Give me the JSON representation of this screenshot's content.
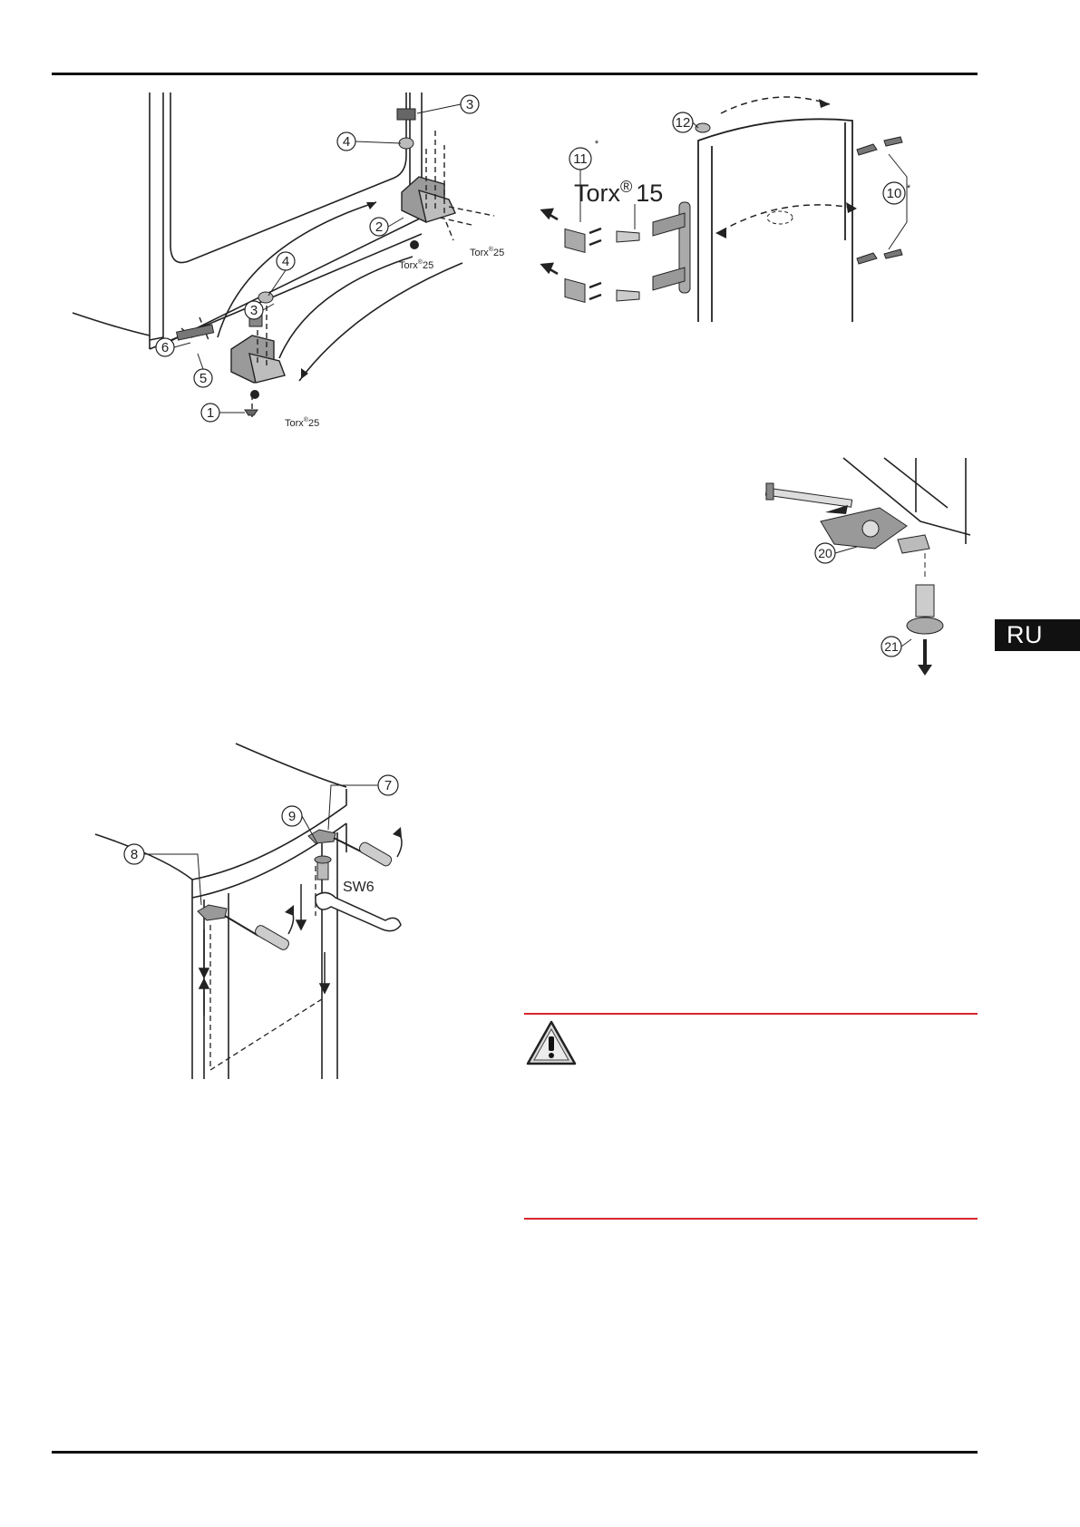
{
  "language_tab": "RU",
  "figure_hinges": {
    "callouts": [
      "1",
      "2",
      "3",
      "3",
      "4",
      "4",
      "5",
      "6"
    ],
    "torx_upper_a": "Torx",
    "torx_upper_a_size": "25",
    "torx_upper_b": "Torx",
    "torx_upper_b_size": "25",
    "torx_lower": "Torx",
    "torx_lower_size": "25",
    "registered": "®"
  },
  "figure_handle": {
    "torx_label": "Torx",
    "torx_size": "15",
    "registered": "®",
    "callout_11": "11",
    "callout_12": "12",
    "callout_10": "10",
    "asterisk": "*"
  },
  "figure_lock": {
    "callout_20": "20",
    "callout_21": "21"
  },
  "figure_cover": {
    "callout_7": "7",
    "callout_8": "8",
    "callout_9": "9",
    "wrench_label": "SW6"
  },
  "warning": {
    "icon": "warning-triangle-icon",
    "accent_color": "#d7262b"
  }
}
